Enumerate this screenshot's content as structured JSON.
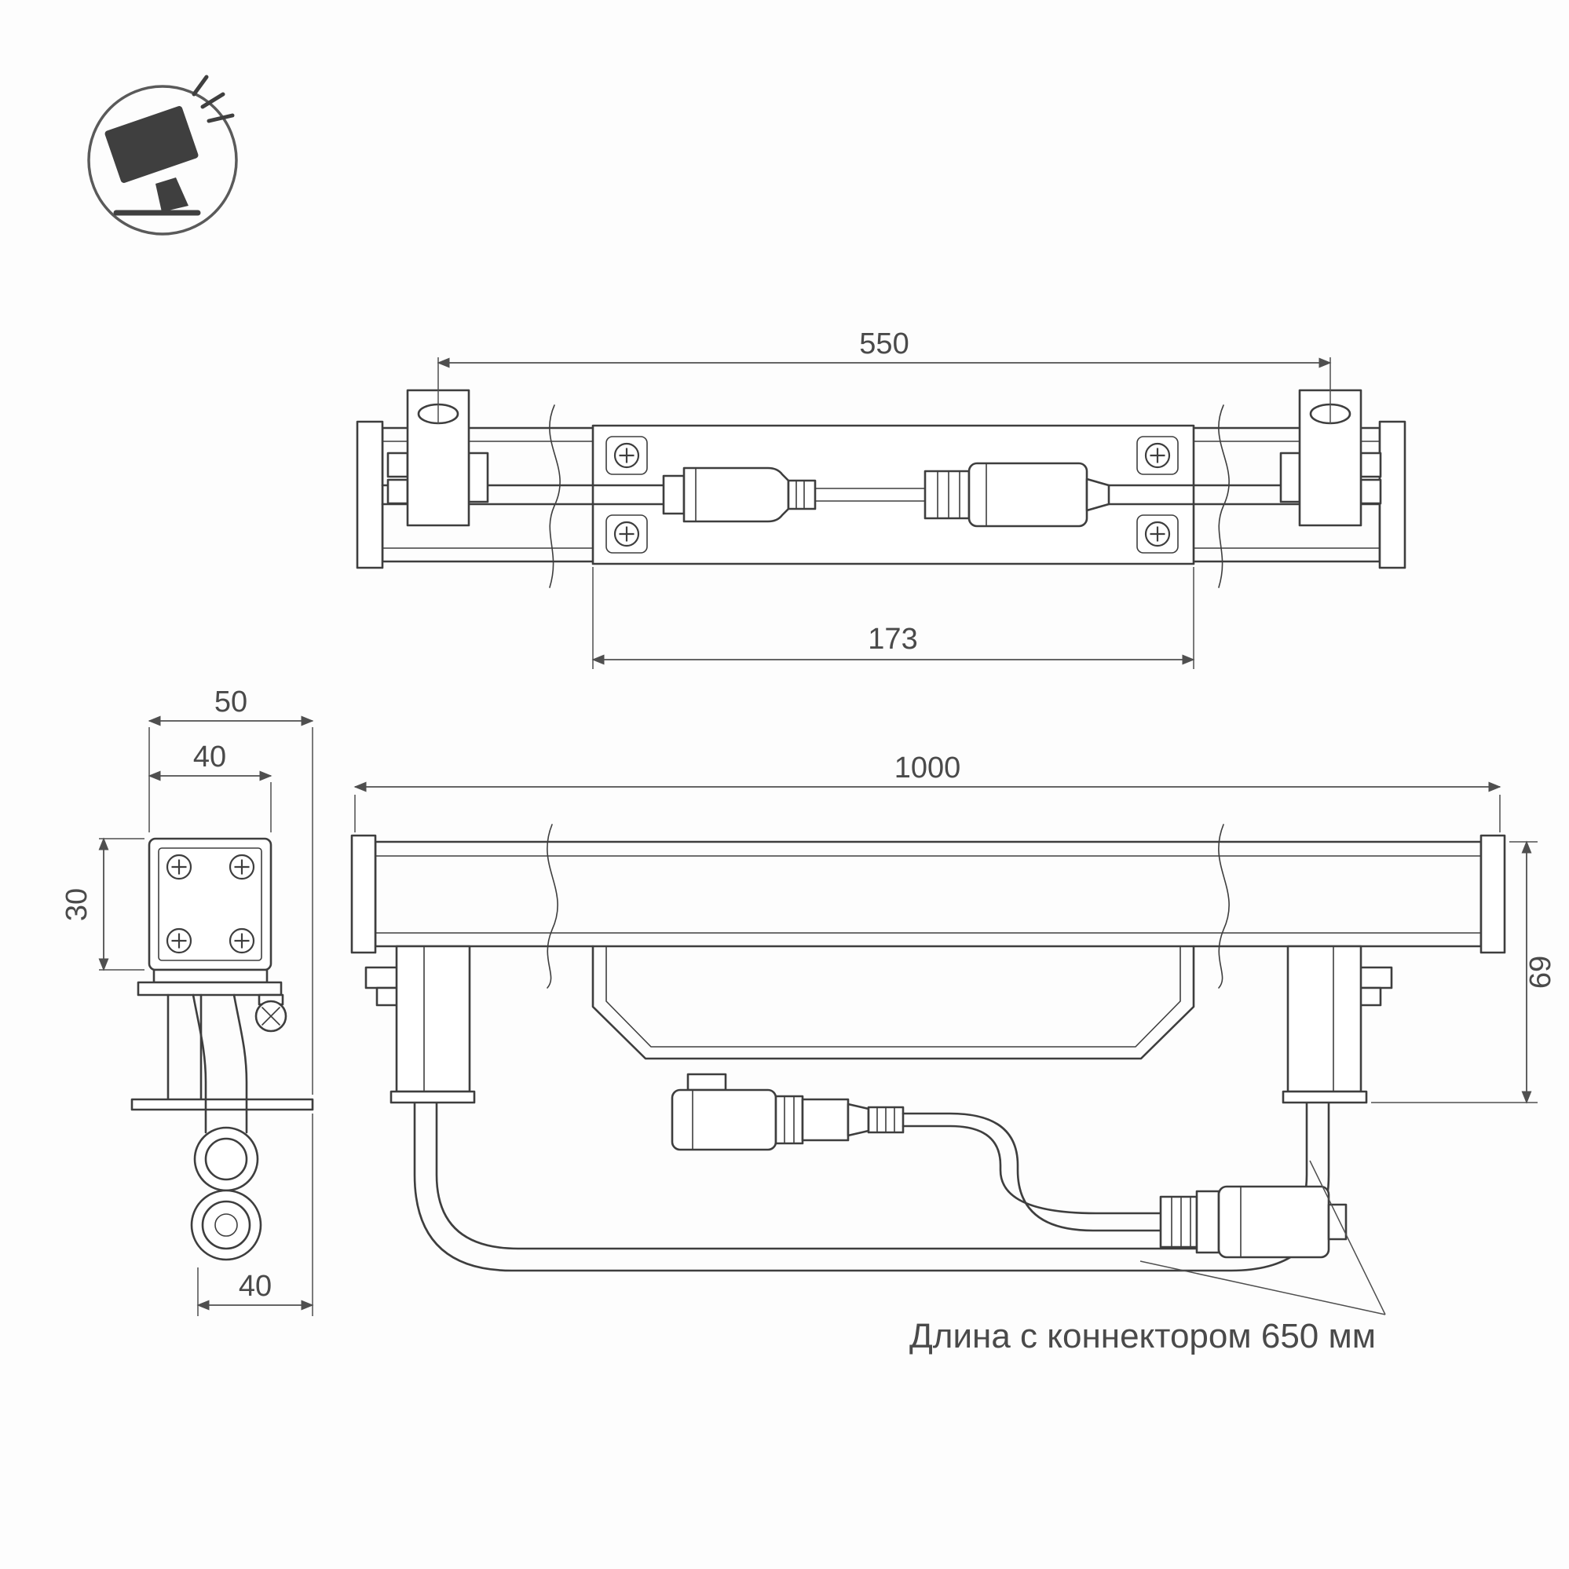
{
  "icon": {
    "name": "floodlight-product-icon"
  },
  "views": {
    "top": {
      "dim_bracket_span": "550",
      "dim_plate_width": "173"
    },
    "side": {
      "dim_outer_width": "50",
      "dim_body_width": "40",
      "dim_body_height": "30",
      "dim_foot_width": "40"
    },
    "front": {
      "dim_length": "1000",
      "dim_height": "69"
    }
  },
  "annotation": {
    "connector_length": "Длина с коннектором 650 мм"
  },
  "colors": {
    "line": "#3e3e3e",
    "dimension": "#4f4f4f",
    "text": "#4a4a4a",
    "icon_fill": "#3f3f3f"
  }
}
